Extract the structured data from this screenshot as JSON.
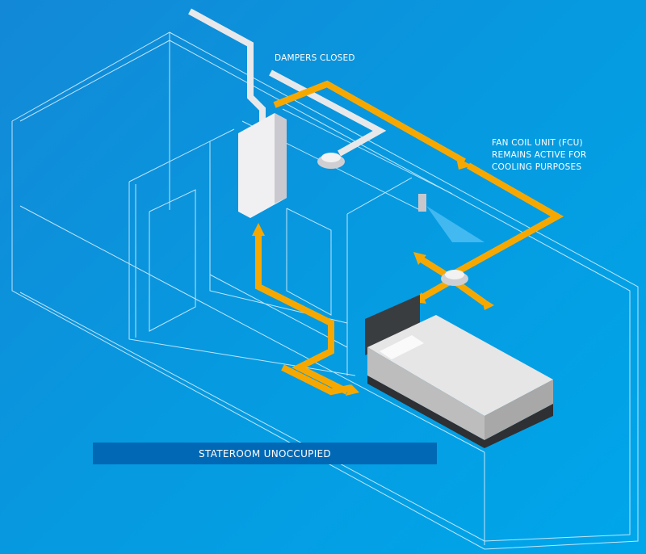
{
  "labels": {
    "dampers": "DAMPERS CLOSED",
    "fcu_line1": "FAN COIL UNIT (FCU)",
    "fcu_line2": "REMAINS ACTIVE FOR",
    "fcu_line3": "COOLING PURPOSES"
  },
  "banner": "STATEROOM UNOCCUPIED",
  "colors": {
    "background": "#069ae0",
    "banner": "#0068b5",
    "airflow": "#f7a800",
    "outline": "#ffffff"
  }
}
